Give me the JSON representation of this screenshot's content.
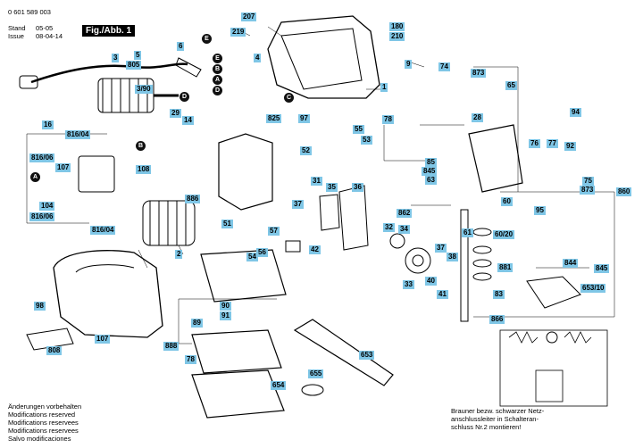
{
  "header": {
    "part_number": "0 601 589 003",
    "stand_label": "Stand",
    "issue_label": "Issue",
    "stand_value": "05-05",
    "issue_value": "08-04-14",
    "figure_label": "Fig./Abb. 1"
  },
  "notes": {
    "de": "Änderungen vorbehalten",
    "en": "Modifications reserved",
    "fr": "Modifications reservees",
    "it": "Modifications reservees",
    "es": "Salvo modificaciones"
  },
  "wiring_note": [
    "Brauner bezw. schwarzer Netz-",
    "anschlussleiter in Schalteran-",
    "schluss Nr.2 montieren!"
  ],
  "connectors": [
    "A",
    "B",
    "C",
    "D",
    "E"
  ],
  "part_labels": [
    "207",
    "219",
    "3",
    "4",
    "5",
    "805",
    "6",
    "9",
    "16",
    "180",
    "210",
    "28",
    "29",
    "14",
    "3/90",
    "816/04",
    "816/06",
    "107",
    "104",
    "816/06",
    "816/04",
    "108",
    "886",
    "825",
    "52",
    "55",
    "53",
    "97",
    "65",
    "74",
    "873",
    "94",
    "76",
    "77",
    "92",
    "78",
    "85",
    "845",
    "63",
    "862",
    "60",
    "60/20",
    "95",
    "75",
    "873",
    "860",
    "1",
    "2",
    "31",
    "35",
    "36",
    "37",
    "51",
    "57",
    "54",
    "56",
    "42",
    "32",
    "34",
    "33",
    "37",
    "38",
    "40",
    "41",
    "61",
    "881",
    "83",
    "844",
    "845",
    "653/10",
    "866",
    "98",
    "107",
    "808",
    "90",
    "91",
    "89",
    "888",
    "78",
    "655",
    "653",
    "654"
  ]
}
